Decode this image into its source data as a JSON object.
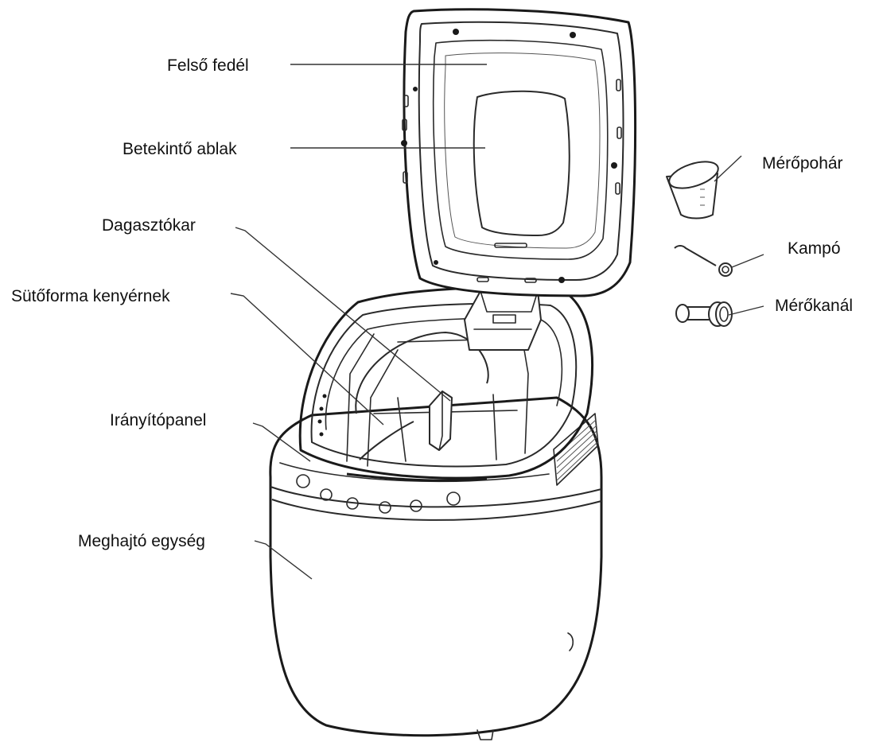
{
  "labels": {
    "top_lid": "Felső fedél",
    "viewing_window": "Betekintő ablak",
    "kneading_paddle": "Dagasztókar",
    "baking_pan": "Sütőforma kenyérnek",
    "control_panel": "Irányítópanel",
    "drive_unit": "Meghajtó egység",
    "measuring_cup": "Mérőpohár",
    "hook": "Kampó",
    "measuring_spoon": "Mérőkanál"
  }
}
